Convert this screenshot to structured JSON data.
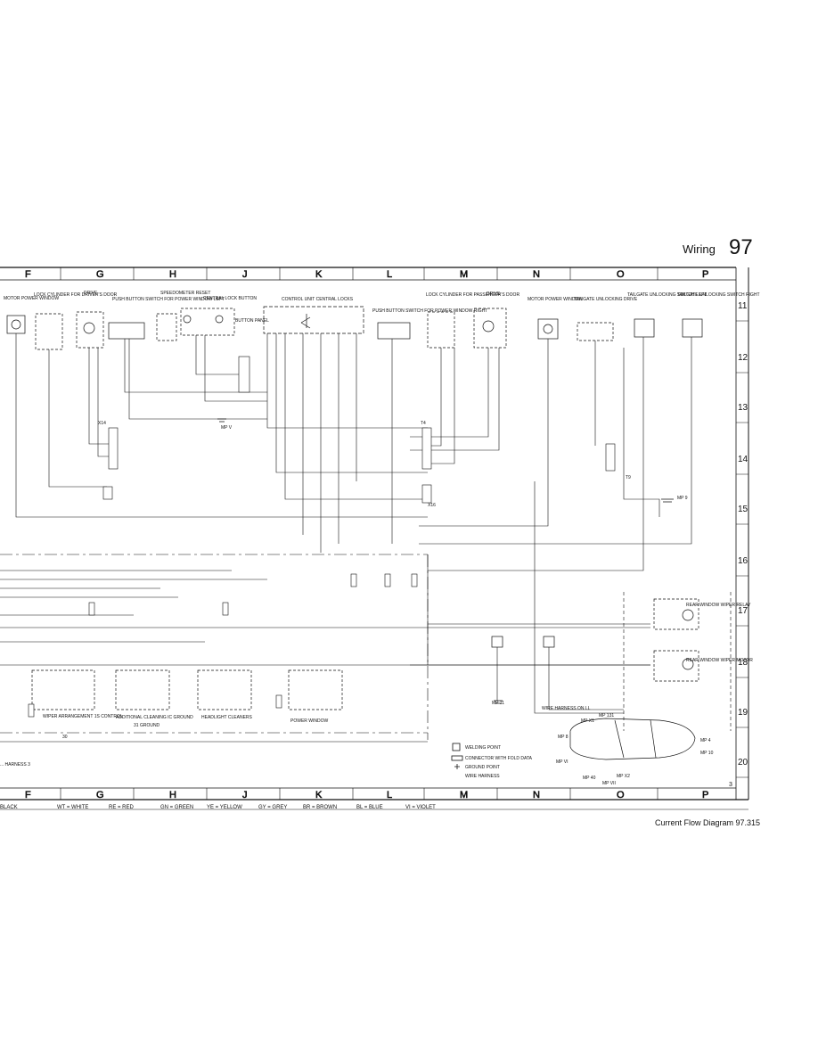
{
  "header": {
    "title": "Wiring",
    "page_number": "97"
  },
  "columns": [
    "F",
    "G",
    "H",
    "J",
    "K",
    "L",
    "M",
    "N",
    "O",
    "P"
  ],
  "column_labels_bottom": [
    "F",
    "G",
    "H",
    "J",
    "K",
    "L",
    "M",
    "N",
    "O",
    "P"
  ],
  "rows": [
    "11",
    "12",
    "13",
    "14",
    "15",
    "16",
    "17",
    "18",
    "19",
    "20"
  ],
  "components": [
    "MOTOR POWER WINDOW",
    "LOCK CYLINDER FOR DRIVER'S DOOR",
    "DRIVE",
    "PUSH BUTTON SWITCH FOR POWER WINDOW LEFT",
    "SPEEDOMETER RESET",
    "CENTRAL LOCK BUTTON",
    "BUTTON PANEL",
    "CONTROL UNIT CENTRAL LOCKS",
    "PUSH BUTTON SWITCH FOR POWER WINDOW RIGHT",
    "LOCK CYLINDER FOR PASSENGER'S DOOR",
    "DRIVE",
    "MOTOR POWER WINDOW",
    "TAILGATE UNLOCKING DRIVE",
    "TAILGATE UNLOCKING SWITCH LEFT",
    "TAILGATE UNLOCKING SWITCH RIGHT",
    "REAR WINDOW WIPER RELAY",
    "REAR WINDOW WIPER MOTOR",
    "WIPER ARRANGEMENT 1S CONTROL",
    "ADDITIONAL CLEANING IC GROUND",
    "HEADLIGHT CLEANERS",
    "POWER WINDOW"
  ],
  "labels": {
    "mp5": "MP V",
    "mp9": "MP 9",
    "x14": "X14",
    "x16": "X16",
    "t4": "T4",
    "t9": "T9",
    "ground": "MP 11",
    "harness": "WIRE HARNESS ON LL"
  },
  "key": {
    "welding_point": "WELDING POINT",
    "connector": "CONNECTOR WITH FOLD DATA",
    "ground_point": "GROUND POINT",
    "wire_harness": "WIRE HARNESS"
  },
  "car_points": [
    "MP 131",
    "MP X1",
    "MP 8",
    "MP 4",
    "MP 10",
    "MP VI",
    "MP X2",
    "MP 40",
    "MP VII"
  ],
  "color_legend": [
    "BLACK",
    "WT = WHITE",
    "RE = RED",
    "GN = GREEN",
    "YE = YELLOW",
    "GY = GREY",
    "BR = BROWN",
    "BL = BLUE",
    "VI = VIOLET"
  ],
  "footer": {
    "caption": "Current Flow Diagram 97.315",
    "sheet": "3"
  },
  "notes": [
    "... HARNESS 3",
    "30",
    "31 GROUND"
  ]
}
